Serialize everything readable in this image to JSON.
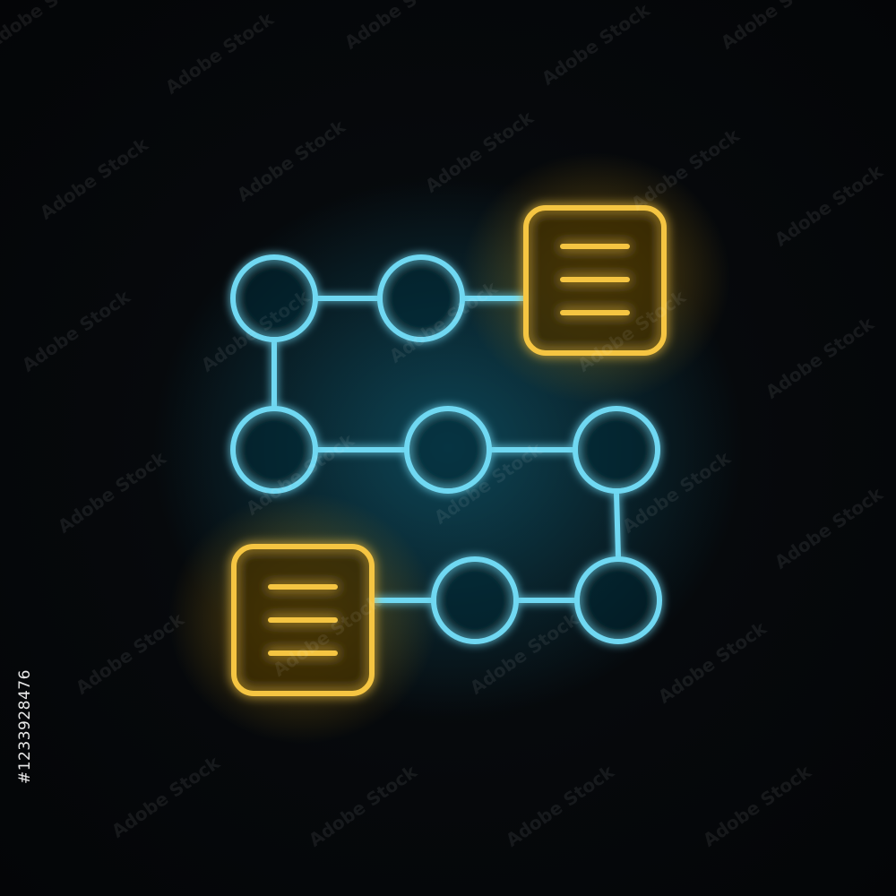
{
  "watermark": {
    "text": "Adobe Stock"
  },
  "stock_id": "#1233928476",
  "icon": {
    "name": "process-flow-diagram-icon",
    "style": "neon",
    "node_color": "#6fd8f2",
    "document_color": "#f5c542",
    "background_color": "#050709"
  }
}
